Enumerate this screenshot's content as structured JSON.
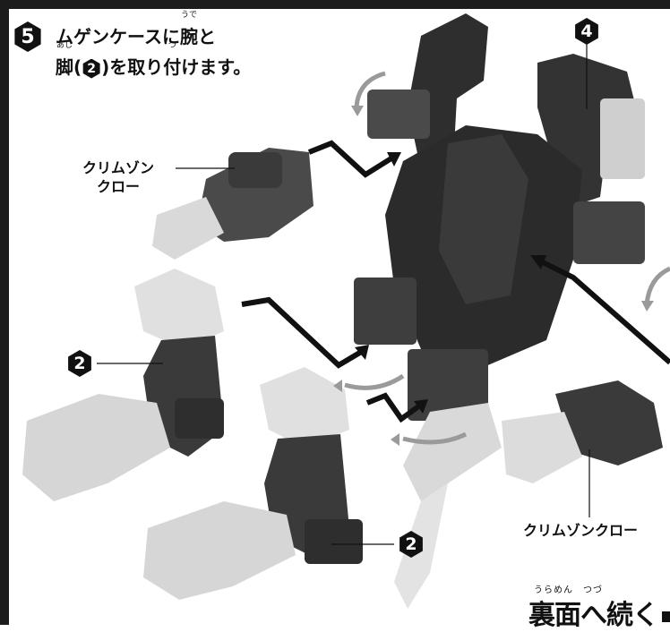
{
  "step": {
    "number": "5",
    "line1_prefix": "ムゲンケースに",
    "line1_kanji": "腕",
    "line1_kanji_reading": "うで",
    "line1_suffix": "と",
    "line2_kanji1": "脚",
    "line2_kanji1_reading": "あし",
    "line2_open": "(",
    "line2_ref": "2",
    "line2_close": ")を",
    "line2_kanji2": "取",
    "line2_mid": "り",
    "line2_kanji3": "付",
    "line2_kanji3_reading": "つ",
    "line2_suffix": "けます。"
  },
  "callouts": {
    "case_number": "4",
    "leg_left": "2",
    "leg_right": "2"
  },
  "labels": {
    "crimson_claw_left_line1": "クリムゾン",
    "crimson_claw_left_line2": "クロー",
    "crimson_claw_right": "クリムゾンクロー"
  },
  "footer": {
    "reading": "うらめん　つづ",
    "text": "裏面へ続く"
  },
  "colors": {
    "ink": "#111111",
    "dark_part": "#2e2e2e",
    "mid_part": "#4a4a4a",
    "light_part": "#d9d9d9",
    "arrow_gray": "#9a9a9a"
  }
}
